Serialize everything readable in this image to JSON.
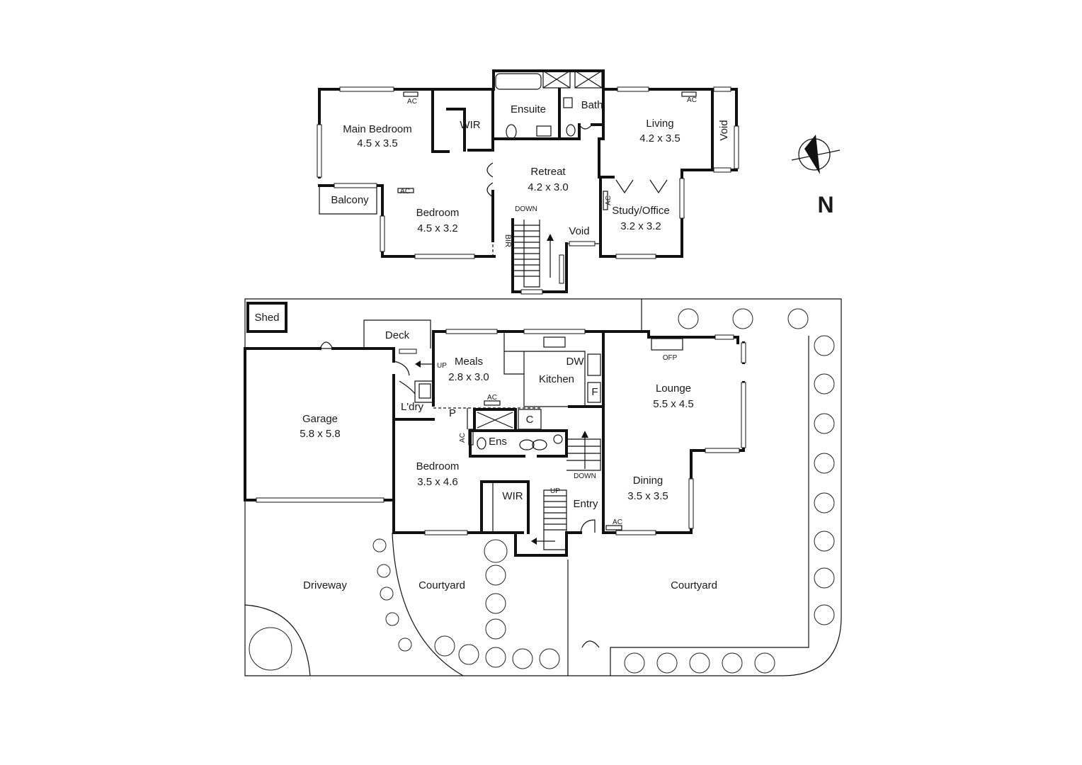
{
  "upper_floor": {
    "rooms": [
      {
        "id": "main-bedroom",
        "name": "Main Bedroom",
        "dims": "4.5 x 3.5"
      },
      {
        "id": "wir",
        "name": "WIR",
        "dims": ""
      },
      {
        "id": "ensuite",
        "name": "Ensuite",
        "dims": ""
      },
      {
        "id": "bath",
        "name": "Bath",
        "dims": ""
      },
      {
        "id": "living",
        "name": "Living",
        "dims": "4.2 x 3.5"
      },
      {
        "id": "retreat",
        "name": "Retreat",
        "dims": "4.2 x 3.0"
      },
      {
        "id": "balcony",
        "name": "Balcony",
        "dims": ""
      },
      {
        "id": "bedroom",
        "name": "Bedroom",
        "dims": "4.5 x 3.2"
      },
      {
        "id": "study-office",
        "name": "Study/Office",
        "dims": "3.2 x 3.2"
      },
      {
        "id": "void-stair",
        "name": "Void",
        "dims": ""
      },
      {
        "id": "void-living",
        "name": "Void",
        "dims": ""
      },
      {
        "id": "bir",
        "name": "BIR",
        "dims": ""
      }
    ],
    "labels": {
      "down": "DOWN",
      "ac": "AC"
    }
  },
  "ground_floor": {
    "rooms": [
      {
        "id": "shed",
        "name": "Shed",
        "dims": ""
      },
      {
        "id": "deck",
        "name": "Deck",
        "dims": ""
      },
      {
        "id": "meals",
        "name": "Meals",
        "dims": "2.8 x 3.0"
      },
      {
        "id": "kitchen",
        "name": "Kitchen",
        "dims": ""
      },
      {
        "id": "lounge",
        "name": "Lounge",
        "dims": "5.5 x 4.5"
      },
      {
        "id": "garage",
        "name": "Garage",
        "dims": "5.8 x 5.8"
      },
      {
        "id": "laundry",
        "name": "L'dry",
        "dims": ""
      },
      {
        "id": "pantry",
        "name": "P",
        "dims": ""
      },
      {
        "id": "cupboard",
        "name": "C",
        "dims": ""
      },
      {
        "id": "ens",
        "name": "Ens",
        "dims": ""
      },
      {
        "id": "bedroom",
        "name": "Bedroom",
        "dims": "3.5 x 4.6"
      },
      {
        "id": "wir",
        "name": "WIR",
        "dims": ""
      },
      {
        "id": "entry",
        "name": "Entry",
        "dims": ""
      },
      {
        "id": "dining",
        "name": "Dining",
        "dims": "3.5 x 3.5"
      },
      {
        "id": "driveway",
        "name": "Driveway",
        "dims": ""
      },
      {
        "id": "courtyard-west",
        "name": "Courtyard",
        "dims": ""
      },
      {
        "id": "courtyard-east",
        "name": "Courtyard",
        "dims": ""
      }
    ],
    "labels": {
      "up": "UP",
      "down": "DOWN",
      "dw": "DW",
      "fridge": "F",
      "ofp": "OFP",
      "ac": "AC"
    }
  },
  "compass": {
    "letter": "N"
  }
}
